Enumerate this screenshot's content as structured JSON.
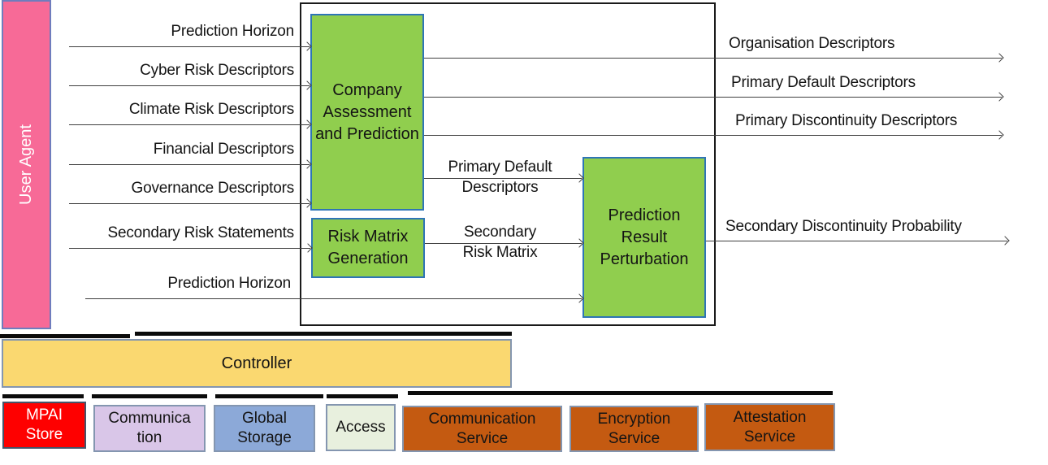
{
  "user_agent": {
    "label": "User Agent"
  },
  "inputs": [
    {
      "label": "Prediction Horizon"
    },
    {
      "label": "Cyber Risk Descriptors"
    },
    {
      "label": "Climate Risk Descriptors"
    },
    {
      "label": "Financial Descriptors"
    },
    {
      "label": "Governance Descriptors"
    },
    {
      "label": "Secondary Risk Statements"
    },
    {
      "label": "Prediction Horizon"
    }
  ],
  "aims": {
    "company": {
      "label": "Company Assessment and Prediction"
    },
    "risk_matrix": {
      "label": "Risk Matrix Generation"
    },
    "perturbation": {
      "label": "Prediction Result Perturbation"
    }
  },
  "internal_flows": {
    "primary_default": {
      "line1": "Primary Default",
      "line2": "Descriptors"
    },
    "secondary_risk_matrix": {
      "line1": "Secondary",
      "line2": "Risk Matrix"
    }
  },
  "outputs": [
    {
      "label": "Organisation Descriptors"
    },
    {
      "label": "Primary Default Descriptors"
    },
    {
      "label": "Primary Discontinuity Descriptors"
    },
    {
      "label": "Secondary Discontinuity Probability"
    }
  ],
  "controller": {
    "label": "Controller"
  },
  "infrastructure": [
    {
      "label": "MPAI Store"
    },
    {
      "label": "Communication"
    },
    {
      "label": "Global Storage"
    },
    {
      "label": "Access"
    },
    {
      "label": "Communication Service"
    },
    {
      "label": "Encryption Service"
    },
    {
      "label": "Attestation Service"
    }
  ],
  "colors": {
    "user_agent_pink": "#F76A97",
    "user_agent_border": "#6F7DBD",
    "aim_green": "#90CE4E",
    "aim_border_blue": "#2E75B6",
    "controller_yellow": "#FAD870",
    "mpai_red": "#FE0000",
    "communication_lilac": "#D9C6E8",
    "storage_blue": "#8CA9D8",
    "access_green": "#E8F0DE",
    "service_orange": "#C45A11"
  }
}
